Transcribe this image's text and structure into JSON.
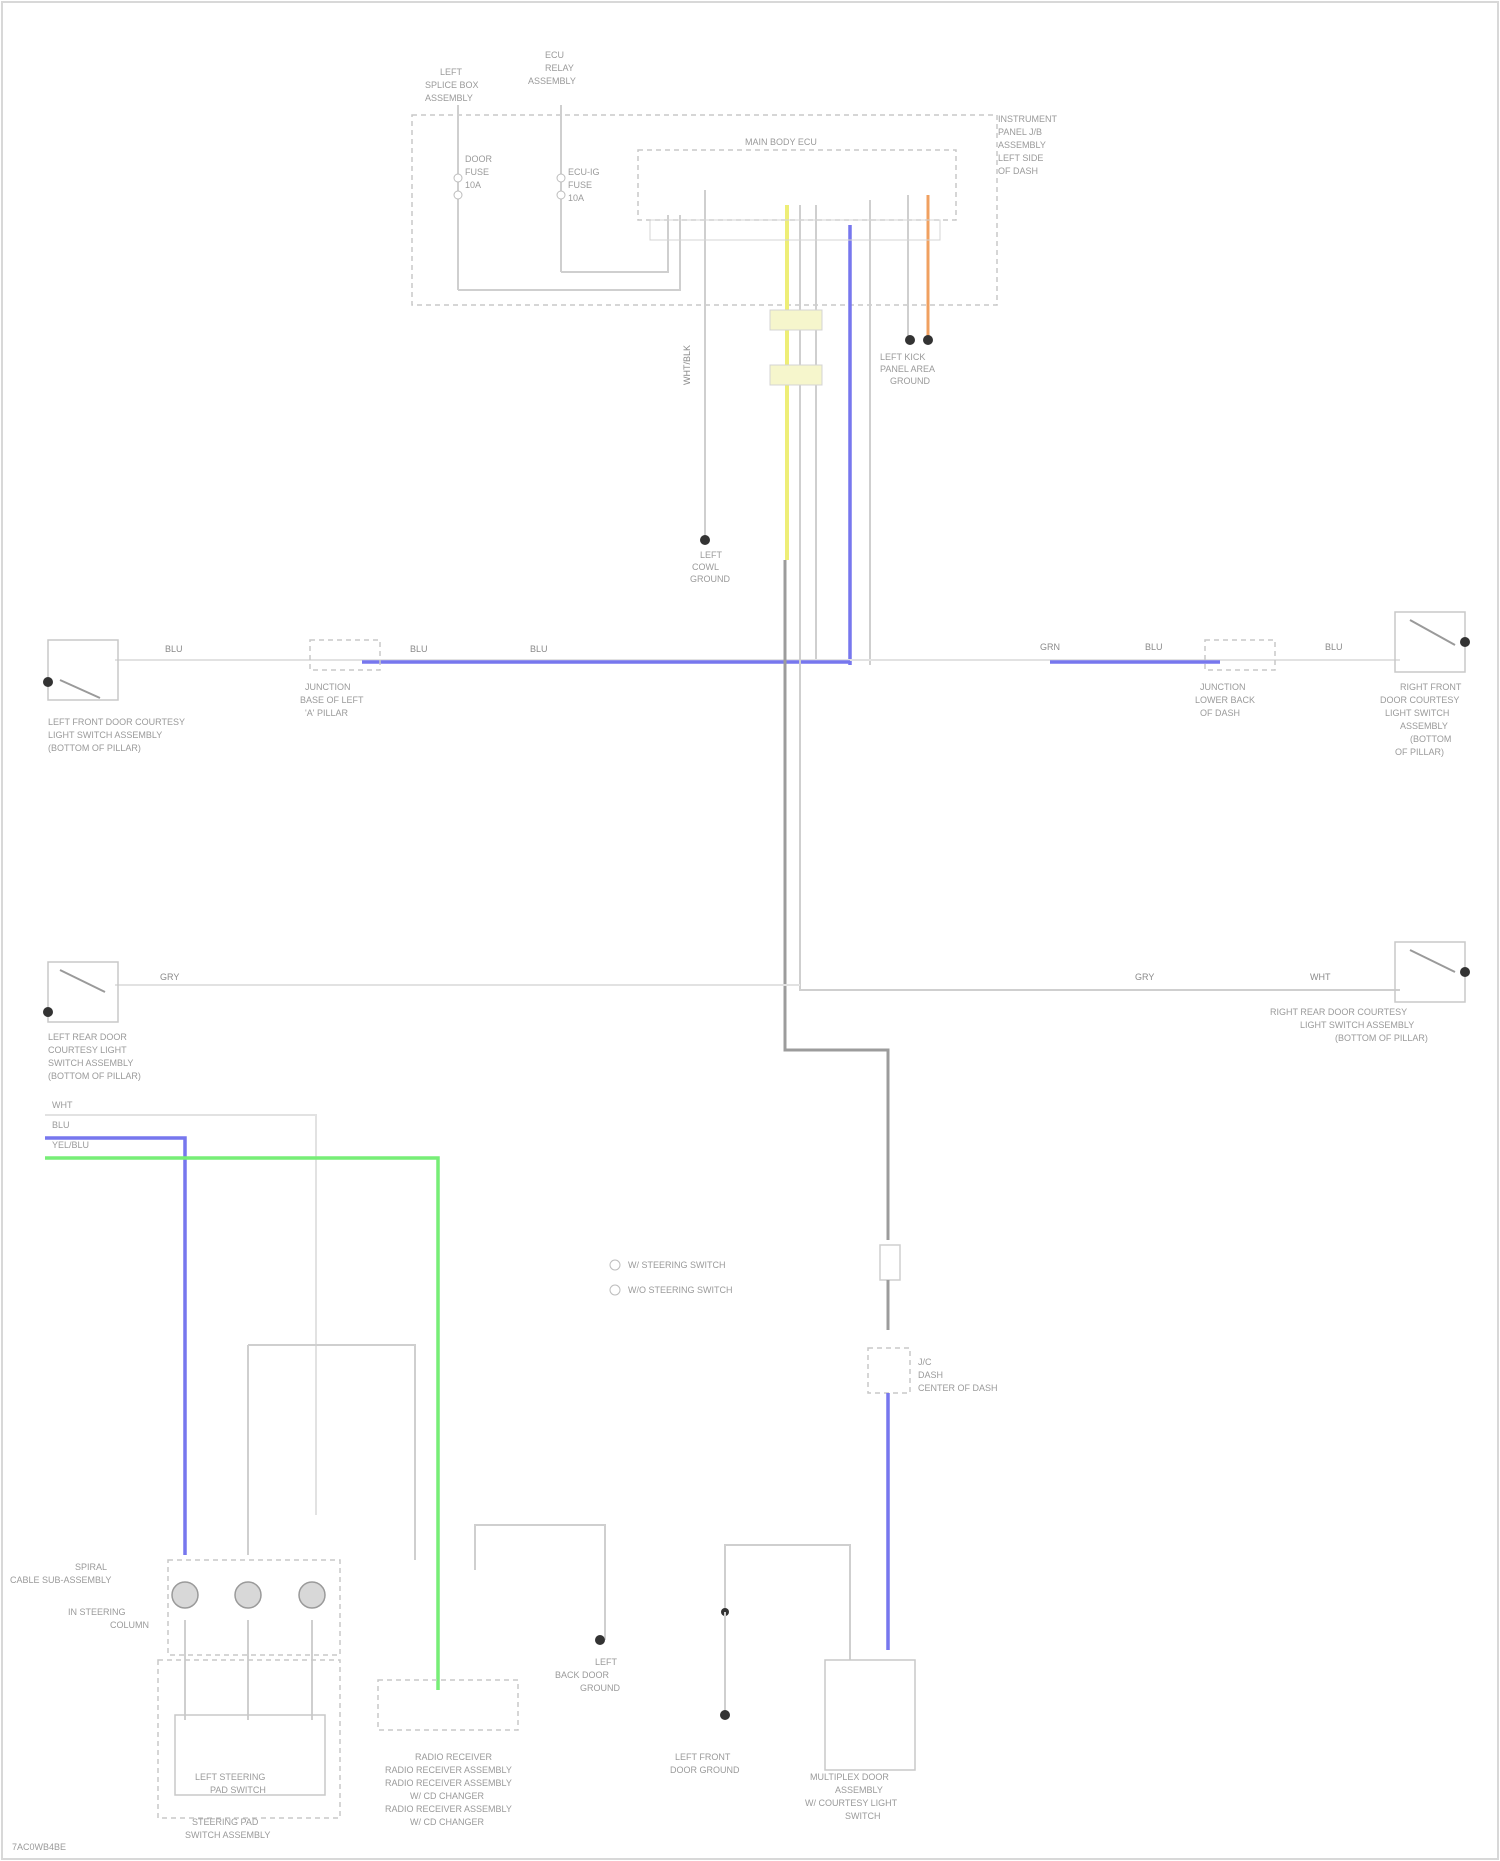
{
  "components": {
    "fuse_top_left": [
      "LEFT",
      "SPLICE BOX",
      "ASSEMBLY"
    ],
    "fuse_top_right": [
      "ECU",
      "RELAY",
      "ASSEMBLY"
    ],
    "fuse_a": [
      "DOOR",
      "FUSE",
      "10A"
    ],
    "fuse_b": [
      "ECU-IG",
      "FUSE",
      "10A"
    ],
    "main_body_ecu": "MAIN BODY ECU",
    "instrument_panel": [
      "INSTRUMENT",
      "PANEL J/B",
      "ASSEMBLY",
      "LEFT SIDE",
      "OF DASH"
    ],
    "ground_top_right": [
      "LEFT KICK",
      "PANEL AREA",
      "GROUND"
    ],
    "ground_center": [
      "LEFT",
      "COWL",
      "GROUND"
    ],
    "left_front_door": [
      "LEFT FRONT DOOR COURTESY",
      "LIGHT SWITCH ASSEMBLY",
      "(BOTTOM OF PILLAR)"
    ],
    "junction_left": [
      "JUNCTION",
      "BASE OF LEFT",
      "'A' PILLAR"
    ],
    "junction_right": [
      "JUNCTION",
      "LOWER BACK",
      "OF DASH"
    ],
    "right_front_door": [
      "RIGHT FRONT",
      "DOOR COURTESY",
      "LIGHT SWITCH",
      "ASSEMBLY",
      "(BOTTOM",
      "OF PILLAR)"
    ],
    "left_rear_door": [
      "LEFT REAR DOOR",
      "COURTESY LIGHT",
      "SWITCH ASSEMBLY",
      "(BOTTOM OF PILLAR)"
    ],
    "right_rear_door": [
      "RIGHT REAR DOOR COURTESY",
      "LIGHT SWITCH ASSEMBLY",
      "(BOTTOM OF PILLAR)"
    ],
    "legend": [
      "W/ STEERING SWITCH",
      "W/O STEERING SWITCH"
    ],
    "inline_connector": [
      "J/C",
      "DASH",
      "CENTER OF DASH"
    ],
    "spiral_cable": [
      "SPIRAL",
      "CABLE SUB-ASSEMBLY"
    ],
    "steering_column": [
      "IN STEERING",
      "COLUMN"
    ],
    "steering_pad_switch": [
      "LEFT STEERING",
      "PAD SWITCH",
      "STEERING PAD",
      "SWITCH ASSEMBLY"
    ],
    "radio_receiver": [
      "RADIO RECEIVER",
      "RADIO RECEIVER ASSEMBLY",
      "RADIO RECEIVER ASSEMBLY",
      "W/ CD CHANGER",
      "RADIO RECEIVER ASSEMBLY",
      "W/ CD CHANGER"
    ],
    "ground_bottom_mid": [
      "LEFT",
      "BACK DOOR",
      "GROUND"
    ],
    "ground_bottom_right": [
      "LEFT FRONT",
      "DOOR GROUND"
    ],
    "multiplex_assembly": [
      "MULTIPLEX DOOR",
      "ASSEMBLY",
      "W/ COURTESY LIGHT",
      "SWITCH"
    ],
    "harness_lines": [
      "WHT",
      "BLU",
      "YEL/BLU"
    ],
    "footer": "7AC0WB4BE"
  },
  "wire_labels": {
    "blu": "BLU",
    "wht": "WHT",
    "grn": "GRN",
    "yel": "YEL",
    "wht_blk": "WHT/BLK",
    "blk": "BLK",
    "gry": "GRY"
  }
}
